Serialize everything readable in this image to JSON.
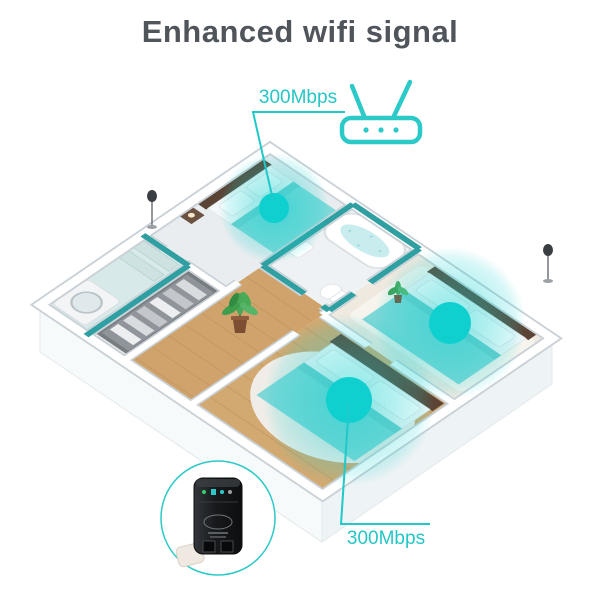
{
  "title": "Enhanced wifi signal",
  "callouts": {
    "router": {
      "label": "300Mbps",
      "icon": "router-icon"
    },
    "repeater": {
      "label": "300Mbps",
      "icon": "repeater-device"
    }
  },
  "colors": {
    "accent_teal": "#26c6c6",
    "signal_glow": "#10cfcf",
    "title_text": "#4f555b",
    "bathroom_wall_teal": "#2f9fa2",
    "floor_wood": "#cfa36b",
    "bedding_teal": "#7ed7d7"
  }
}
